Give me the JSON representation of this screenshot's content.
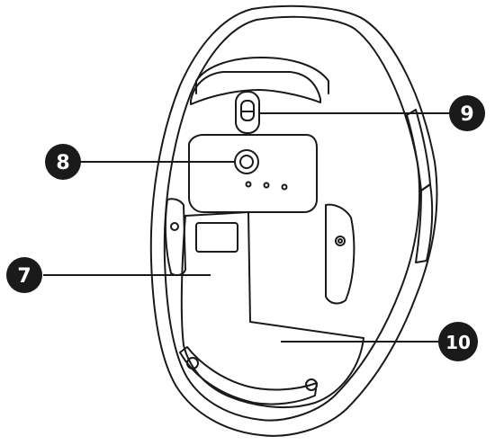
{
  "diagram": {
    "colors": {
      "line": "#1a1a1a",
      "badge_fill": "#1a1a1a",
      "badge_text": "#ffffff",
      "background": "#ffffff"
    },
    "callouts": [
      {
        "id": "c8",
        "label": "8"
      },
      {
        "id": "c9",
        "label": "9"
      },
      {
        "id": "c7",
        "label": "7"
      },
      {
        "id": "c10",
        "label": "10"
      }
    ]
  }
}
